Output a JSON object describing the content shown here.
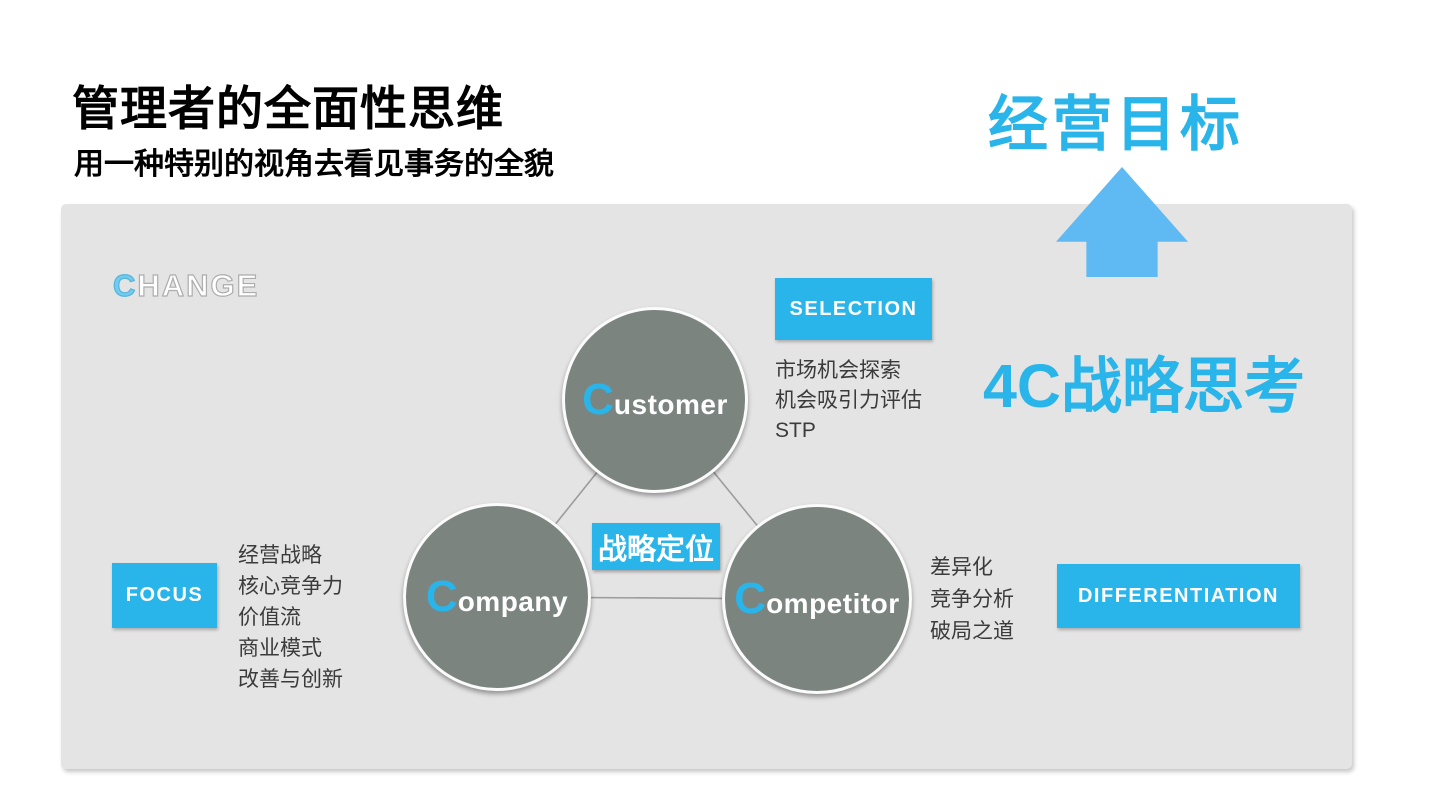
{
  "header": {
    "title": "管理者的全面性思维",
    "subtitle": "用一种特别的视角去看见事务的全貌"
  },
  "goal": {
    "label": "经营目标"
  },
  "panel": {
    "watermark_first": "C",
    "watermark_rest": "HANGE",
    "big_label": "4C战略思考",
    "center_tag": "战略定位"
  },
  "circles": {
    "customer": {
      "first": "C",
      "rest": "ustomer"
    },
    "company": {
      "first": "C",
      "rest": "ompany"
    },
    "competitor": {
      "first": "C",
      "rest": "ompetitor"
    }
  },
  "chips": {
    "selection": "SELECTION",
    "focus": "FOCUS",
    "differentiation": "DIFFERENTIATION"
  },
  "lists": {
    "customer": [
      "市场机会探索",
      "机会吸引力评估",
      "STP"
    ],
    "company": [
      "经营战略",
      "核心竞争力",
      "价值流",
      "商业模式",
      "改善与创新"
    ],
    "competitor": [
      "差异化",
      "竞争分析",
      "破局之道"
    ]
  },
  "colors": {
    "accent": "#29b4ea",
    "arrow": "#5fb9f3",
    "circle": "#7c8480",
    "panel_bg": "#e4e4e5"
  }
}
